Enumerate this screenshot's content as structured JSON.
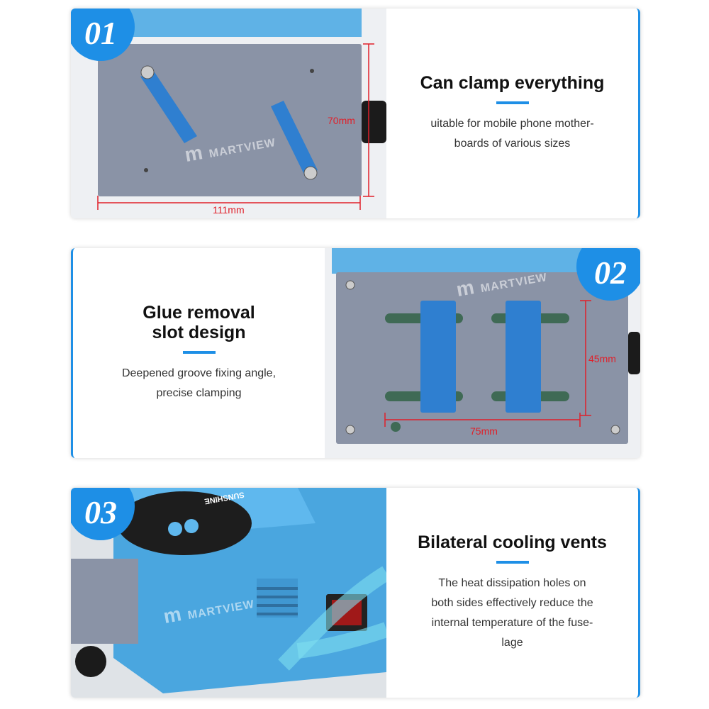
{
  "watermark": "MARTVIEW",
  "watermark_logo": "m",
  "colors": {
    "accent": "#1e8fe6",
    "dimension": "#e0202a",
    "plate": "#8a93a6",
    "body": "#4aa6df"
  },
  "features": [
    {
      "number": "01",
      "title": "Can clamp everything",
      "description": "uitable for mobile phone mother-\nboards of various sizes",
      "dimensions": {
        "width": "111mm",
        "height": "70mm"
      }
    },
    {
      "number": "02",
      "title": "Glue removal\nslot design",
      "description": "Deepened groove fixing angle,\nprecise clamping",
      "dimensions": {
        "width": "75mm",
        "height": "45mm"
      }
    },
    {
      "number": "03",
      "title": "Bilateral cooling vents",
      "description": "The heat dissipation holes on\nboth sides effectively reduce the\ninternal temperature of the fuse-\nlage",
      "device_label": "SUNSHINE"
    }
  ]
}
